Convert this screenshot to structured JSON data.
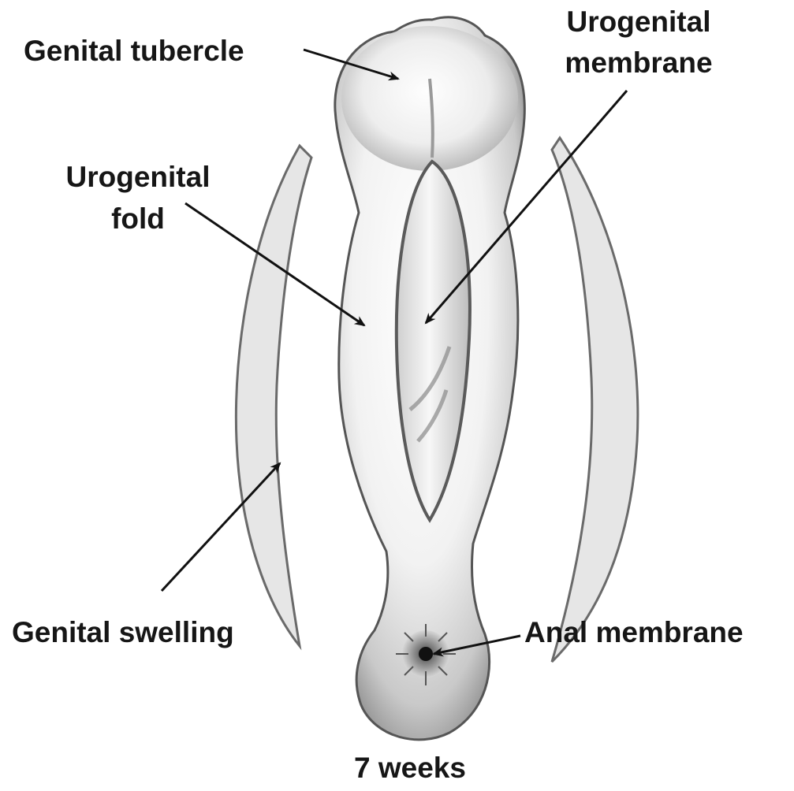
{
  "labels": {
    "genital_tubercle": "Genital tubercle",
    "urogenital_membrane": [
      "Urogenital",
      "membrane"
    ],
    "urogenital_fold": [
      "Urogenital",
      "fold"
    ],
    "genital_swelling": "Genital swelling",
    "anal_membrane": "Anal membrane"
  },
  "caption": "7 weeks"
}
